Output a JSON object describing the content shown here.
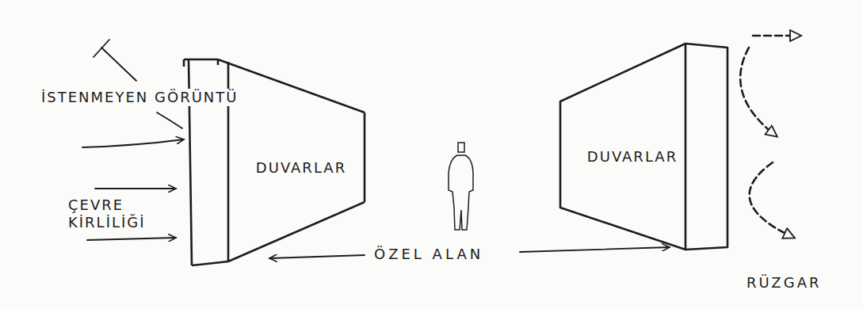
{
  "diagram": {
    "nodes": [
      {
        "text": [
          "DUVARLAR"
        ]
      },
      {
        "text": [
          "DUVARLAR"
        ]
      }
    ],
    "labels": [
      "İSTENMEYEN GÖRÜNTÜ",
      "ÇEVRE KİRLİLİĞİ",
      "ÖZEL ALAN",
      "RÜZGAR"
    ]
  }
}
